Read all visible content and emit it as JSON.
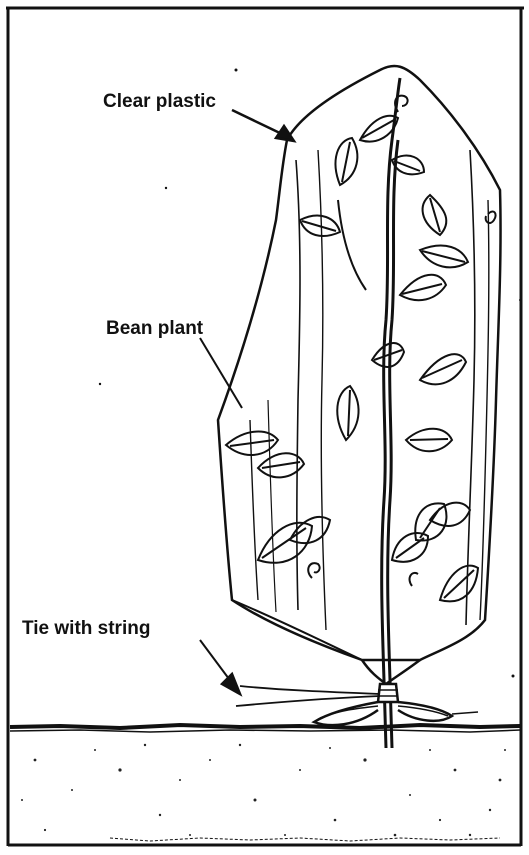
{
  "figure": {
    "labels": {
      "clear_plastic": "Clear plastic",
      "bean_plant": "Bean plant",
      "tie_with_string": "Tie with string"
    },
    "colors": {
      "ink": "#111111",
      "paper": "#ffffff",
      "soil_speckle": "#222222"
    }
  }
}
